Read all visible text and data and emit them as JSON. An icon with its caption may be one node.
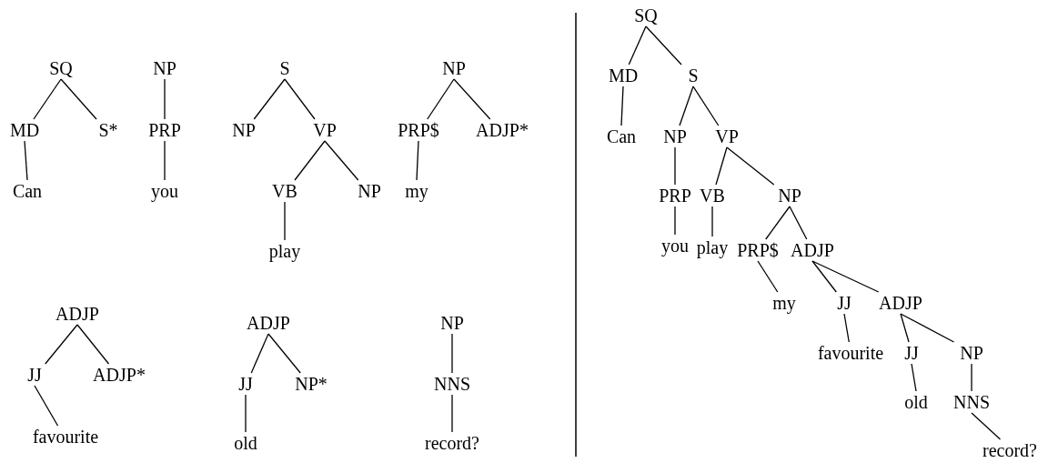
{
  "diagram": {
    "nodes": [
      {
        "text": [
          "SQ"
        ]
      },
      {
        "text": [
          "MD"
        ]
      },
      {
        "text": [
          "S*"
        ]
      },
      {
        "text": [
          "Can"
        ]
      },
      {
        "text": [
          "NP"
        ]
      },
      {
        "text": [
          "PRP"
        ]
      },
      {
        "text": [
          "you"
        ]
      },
      {
        "text": [
          "S"
        ]
      },
      {
        "text": [
          "NP"
        ]
      },
      {
        "text": [
          "VP"
        ]
      },
      {
        "text": [
          "VB"
        ]
      },
      {
        "text": [
          "NP"
        ]
      },
      {
        "text": [
          "play"
        ]
      },
      {
        "text": [
          "NP"
        ]
      },
      {
        "text": [
          "PRP$"
        ]
      },
      {
        "text": [
          "ADJP*"
        ]
      },
      {
        "text": [
          "my"
        ]
      },
      {
        "text": [
          "ADJP"
        ]
      },
      {
        "text": [
          "JJ"
        ]
      },
      {
        "text": [
          "ADJP*"
        ]
      },
      {
        "text": [
          "favourite"
        ]
      },
      {
        "text": [
          "ADJP"
        ]
      },
      {
        "text": [
          "JJ"
        ]
      },
      {
        "text": [
          "NP*"
        ]
      },
      {
        "text": [
          "old"
        ]
      },
      {
        "text": [
          "NP"
        ]
      },
      {
        "text": [
          "NNS"
        ]
      },
      {
        "text": [
          "record?"
        ]
      },
      {
        "text": [
          "SQ"
        ]
      },
      {
        "text": [
          "MD"
        ]
      },
      {
        "text": [
          "S"
        ]
      },
      {
        "text": [
          "Can"
        ]
      },
      {
        "text": [
          "NP"
        ]
      },
      {
        "text": [
          "VP"
        ]
      },
      {
        "text": [
          "PRP"
        ]
      },
      {
        "text": [
          "VB"
        ]
      },
      {
        "text": [
          "NP"
        ]
      },
      {
        "text": [
          "you"
        ]
      },
      {
        "text": [
          "play"
        ]
      },
      {
        "text": [
          "PRP$"
        ]
      },
      {
        "text": [
          "ADJP"
        ]
      },
      {
        "text": [
          "my"
        ]
      },
      {
        "text": [
          "JJ"
        ]
      },
      {
        "text": [
          "ADJP"
        ]
      },
      {
        "text": [
          "favourite"
        ]
      },
      {
        "text": [
          "JJ"
        ]
      },
      {
        "text": [
          "NP"
        ]
      },
      {
        "text": [
          "old"
        ]
      },
      {
        "text": [
          "NNS"
        ]
      },
      {
        "text": [
          "record?"
        ]
      }
    ],
    "edges": [
      {
        "from": 0,
        "to": 1,
        "arrow": "none"
      },
      {
        "from": 0,
        "to": 2,
        "arrow": "none"
      },
      {
        "from": 1,
        "to": 3,
        "arrow": "none"
      },
      {
        "from": 4,
        "to": 5,
        "arrow": "none"
      },
      {
        "from": 5,
        "to": 6,
        "arrow": "none"
      },
      {
        "from": 7,
        "to": 8,
        "arrow": "none"
      },
      {
        "from": 7,
        "to": 9,
        "arrow": "none"
      },
      {
        "from": 9,
        "to": 10,
        "arrow": "none"
      },
      {
        "from": 9,
        "to": 11,
        "arrow": "none"
      },
      {
        "from": 10,
        "to": 12,
        "arrow": "none"
      },
      {
        "from": 13,
        "to": 14,
        "arrow": "none"
      },
      {
        "from": 13,
        "to": 15,
        "arrow": "none"
      },
      {
        "from": 14,
        "to": 16,
        "arrow": "none"
      },
      {
        "from": 17,
        "to": 18,
        "arrow": "none"
      },
      {
        "from": 17,
        "to": 19,
        "arrow": "none"
      },
      {
        "from": 18,
        "to": 20,
        "arrow": "none"
      },
      {
        "from": 21,
        "to": 22,
        "arrow": "none"
      },
      {
        "from": 21,
        "to": 23,
        "arrow": "none"
      },
      {
        "from": 22,
        "to": 24,
        "arrow": "none"
      },
      {
        "from": 25,
        "to": 26,
        "arrow": "none"
      },
      {
        "from": 26,
        "to": 27,
        "arrow": "none"
      },
      {
        "from": 28,
        "to": 29,
        "arrow": "none"
      },
      {
        "from": 28,
        "to": 30,
        "arrow": "none"
      },
      {
        "from": 29,
        "to": 31,
        "arrow": "none"
      },
      {
        "from": 30,
        "to": 32,
        "arrow": "none"
      },
      {
        "from": 30,
        "to": 33,
        "arrow": "none"
      },
      {
        "from": 32,
        "to": 34,
        "arrow": "none"
      },
      {
        "from": 34,
        "to": 37,
        "arrow": "none"
      },
      {
        "from": 33,
        "to": 35,
        "arrow": "none"
      },
      {
        "from": 33,
        "to": 36,
        "arrow": "none"
      },
      {
        "from": 35,
        "to": 38,
        "arrow": "none"
      },
      {
        "from": 36,
        "to": 39,
        "arrow": "none"
      },
      {
        "from": 36,
        "to": 40,
        "arrow": "none"
      },
      {
        "from": 39,
        "to": 41,
        "arrow": "none"
      },
      {
        "from": 40,
        "to": 42,
        "arrow": "none"
      },
      {
        "from": 40,
        "to": 43,
        "arrow": "none"
      },
      {
        "from": 42,
        "to": 44,
        "arrow": "none"
      },
      {
        "from": 43,
        "to": 45,
        "arrow": "none"
      },
      {
        "from": 43,
        "to": 46,
        "arrow": "none"
      },
      {
        "from": 45,
        "to": 47,
        "arrow": "none"
      },
      {
        "from": 46,
        "to": 48,
        "arrow": "none"
      },
      {
        "from": 48,
        "to": 49,
        "arrow": "none"
      }
    ]
  }
}
